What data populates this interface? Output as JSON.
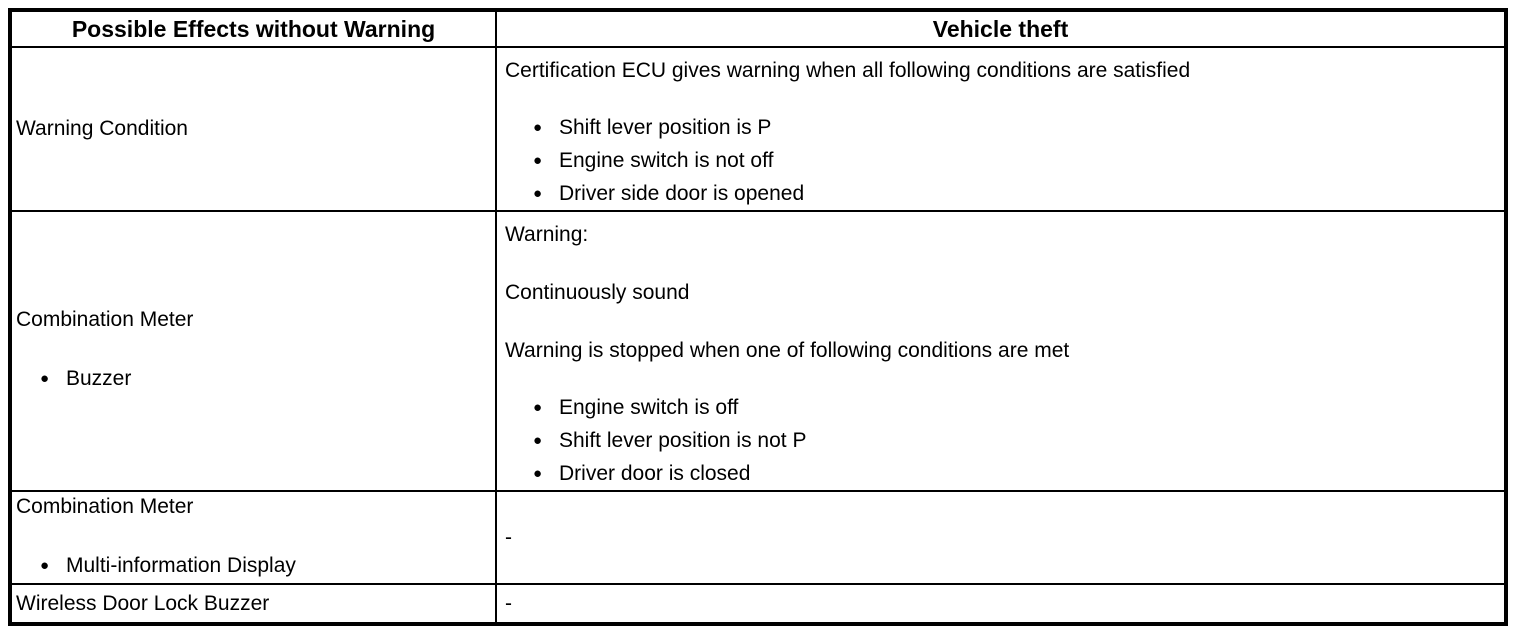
{
  "table": {
    "columns": {
      "left_header": "Possible Effects without Warning",
      "right_header": "Vehicle theft"
    },
    "rows": [
      {
        "left": {
          "title": "Warning Condition"
        },
        "right": {
          "intro": "Certification ECU gives warning when all following conditions are satisfied",
          "bullets": [
            "Shift lever position is P",
            "Engine switch is not off",
            "Driver side door is opened"
          ]
        }
      },
      {
        "left": {
          "title": "Combination Meter",
          "bullets": [
            "Buzzer"
          ]
        },
        "right": {
          "paragraphs": [
            "Warning:",
            "Continuously sound",
            "Warning is stopped when one of following conditions are met"
          ],
          "bullets": [
            "Engine switch is off",
            "Shift lever position is not P",
            "Driver door is closed"
          ]
        }
      },
      {
        "left": {
          "title": "Combination Meter",
          "bullets": [
            "Multi-information Display"
          ]
        },
        "right": {
          "value": "-"
        }
      },
      {
        "left": {
          "title": "Wireless Door Lock Buzzer"
        },
        "right": {
          "value": "-"
        }
      }
    ]
  }
}
